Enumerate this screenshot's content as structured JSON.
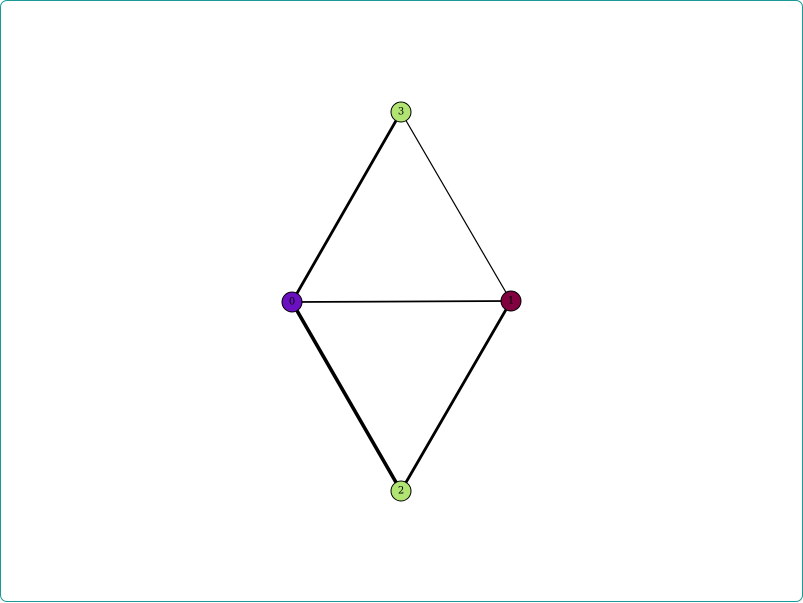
{
  "graph": {
    "nodes": [
      {
        "id": "0",
        "label": "0",
        "color": "#6a10c0"
      },
      {
        "id": "1",
        "label": "1",
        "color": "#800040"
      },
      {
        "id": "2",
        "label": "2",
        "color": "#b2e474"
      },
      {
        "id": "3",
        "label": "3",
        "color": "#b2e474"
      }
    ],
    "edges": [
      {
        "source": "0",
        "target": "3",
        "weight": "heavy"
      },
      {
        "source": "3",
        "target": "1",
        "weight": "light"
      },
      {
        "source": "0",
        "target": "1",
        "weight": "medium"
      },
      {
        "source": "0",
        "target": "2",
        "weight": "heaviest"
      },
      {
        "source": "1",
        "target": "2",
        "weight": "heavy"
      }
    ],
    "node_stroke": "#000000",
    "edge_color": "#000000",
    "frame_color": "#1a9a96"
  }
}
